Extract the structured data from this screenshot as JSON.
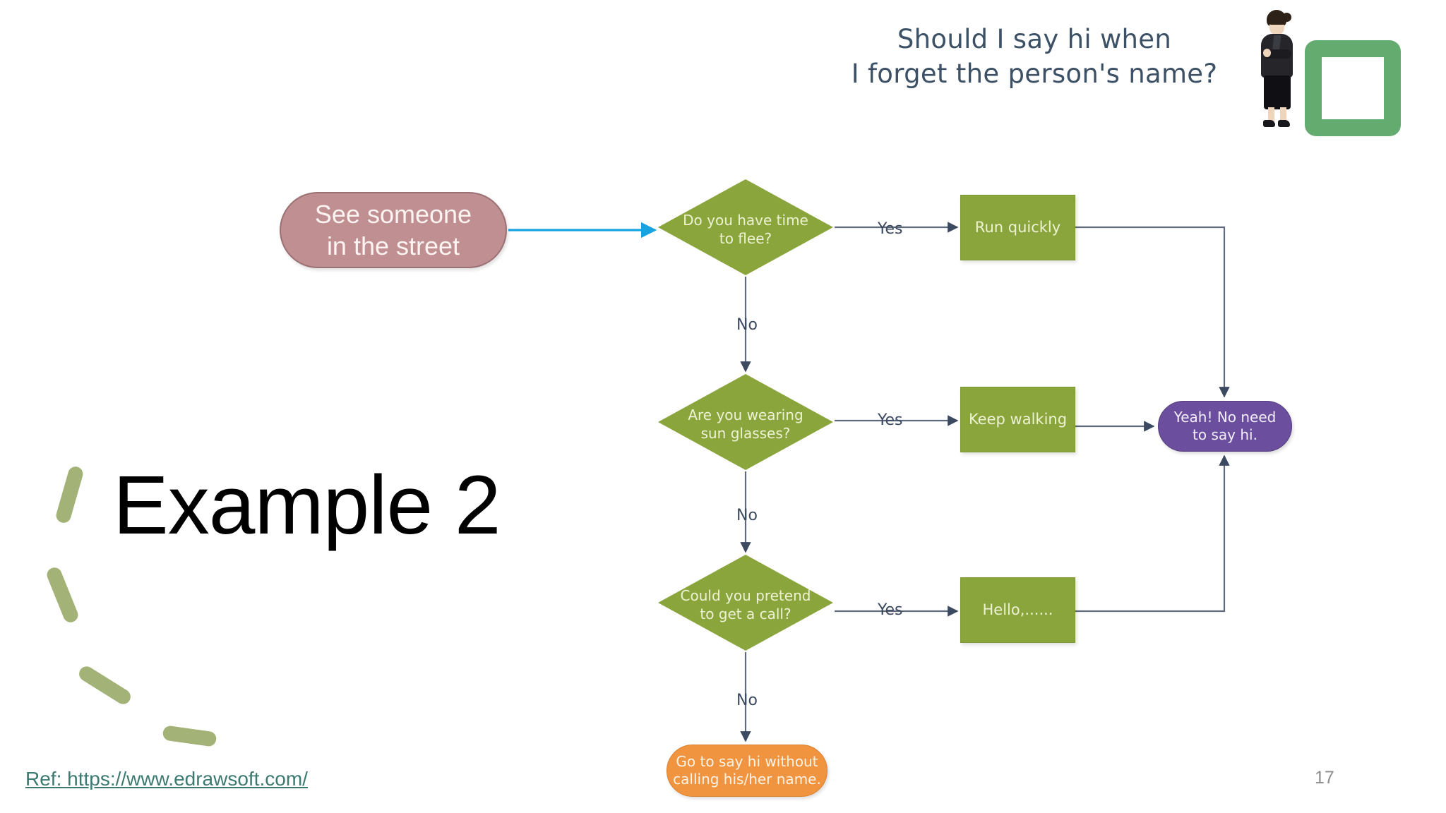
{
  "slide": {
    "page_number": "17",
    "example_title": "Example 2",
    "reference_link": "Ref: https://www.edrawsoft.com/",
    "question_title": "Should I say hi when\nI forget the person's name?"
  },
  "colors": {
    "background": "#ffffff",
    "title_text": "#3d5166",
    "start_node": "#bf8f92",
    "decision_green": "#8aa53c",
    "process_green": "#8aa53c",
    "terminal_purple": "#6b4f9e",
    "terminal_orange": "#f0943f",
    "connector_gray": "#5f6b7c",
    "connector_cyan": "#17a2e0",
    "decor_green": "#a3b276",
    "frame_green": "#63ab6f",
    "link_teal": "#3c7a70",
    "page_number_gray": "#8c8c8c"
  },
  "flowchart": {
    "nodes": {
      "start": {
        "label": "See someone\nin the street",
        "shape": "rounded-pill"
      },
      "decision_1": {
        "label": "Do you have time\nto flee?",
        "shape": "diamond"
      },
      "decision_2": {
        "label": "Are you wearing\nsun glasses?",
        "shape": "diamond"
      },
      "decision_3": {
        "label": "Could you pretend\nto get a call?",
        "shape": "diamond"
      },
      "action_1": {
        "label": "Run quickly",
        "shape": "rectangle"
      },
      "action_2": {
        "label": "Keep walking",
        "shape": "rectangle"
      },
      "action_3": {
        "label": "Hello,......",
        "shape": "rectangle"
      },
      "end_no_hi": {
        "label": "Yeah! No need\nto say hi.",
        "shape": "rounded-pill"
      },
      "end_say_hi": {
        "label": "Go to say hi without\ncalling his/her name.",
        "shape": "rounded-pill"
      }
    },
    "edge_labels": {
      "yes_1": "Yes",
      "yes_2": "Yes",
      "yes_3": "Yes",
      "no_1": "No",
      "no_2": "No",
      "no_3": "No"
    }
  },
  "decor": {
    "frame_name": "green-rounded-square",
    "illustration_name": "businesswoman-standing"
  }
}
